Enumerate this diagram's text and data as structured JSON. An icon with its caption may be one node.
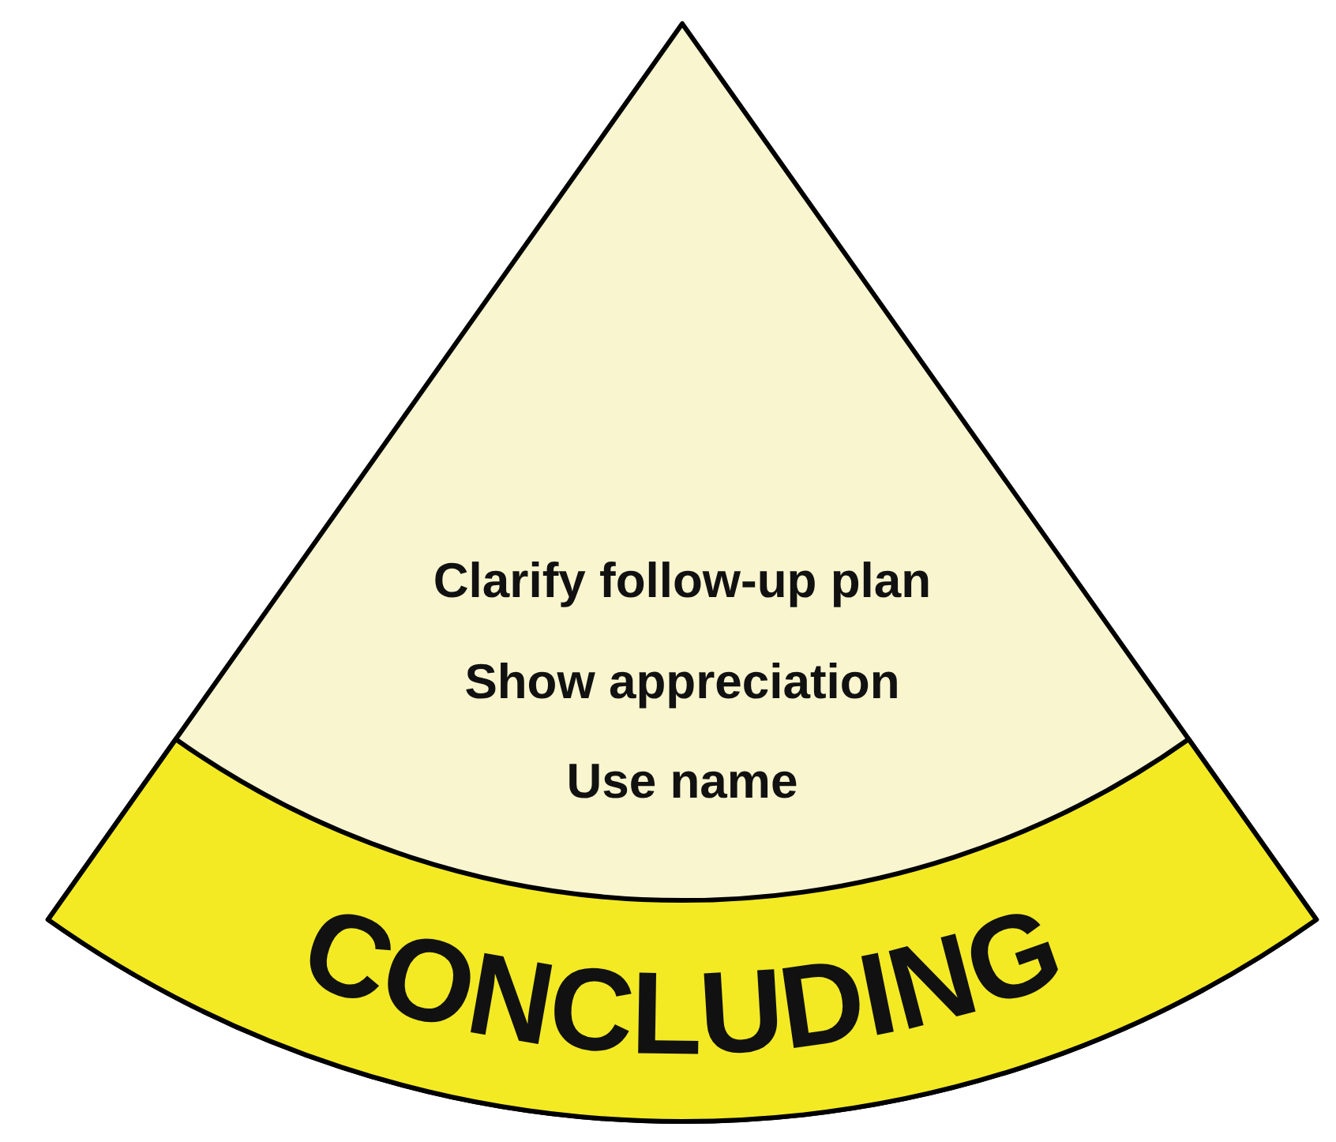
{
  "diagram": {
    "nodes": [
      {
        "text": [
          "Clarify follow-up plan",
          "Show appreciation",
          "Use name"
        ]
      },
      {
        "text": [
          "CONCLUDING"
        ],
        "in": 0
      }
    ]
  }
}
